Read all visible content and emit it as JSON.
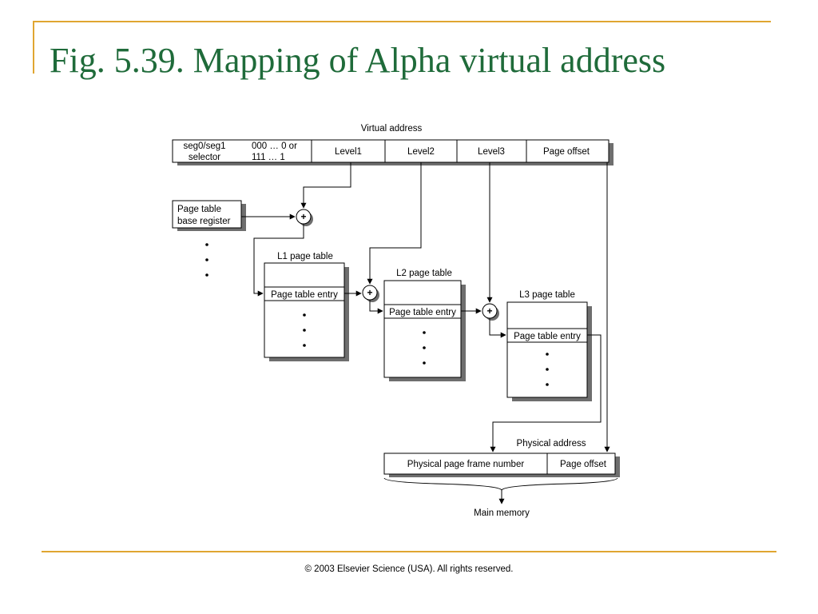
{
  "slide": {
    "title": "Fig. 5.39. Mapping of  Alpha virtual address",
    "footer": "© 2003 Elsevier Science (USA). All rights reserved."
  },
  "diagram": {
    "virtual_address": {
      "label": "Virtual address",
      "fields": {
        "selector_line1": "seg0/seg1",
        "selector_line2": "selector",
        "bits_line1": "000 … 0 or",
        "bits_line2": "111 … 1",
        "level1": "Level1",
        "level2": "Level2",
        "level3": "Level3",
        "page_offset": "Page offset"
      }
    },
    "ptbr": {
      "line1": "Page table",
      "line2": "base register"
    },
    "adder_symbol": "+",
    "l1_table": {
      "title": "L1  page table",
      "entry": "Page table entry"
    },
    "l2_table": {
      "title": "L2  page table",
      "entry": "Page table entry"
    },
    "l3_table": {
      "title": "L3  page table",
      "entry": "Page table entry"
    },
    "physical_address": {
      "label": "Physical address",
      "frame": "Physical page frame number",
      "page_offset": "Page offset"
    },
    "main_memory": "Main memory",
    "colors": {
      "title": "#1f6b3a",
      "rule": "#e0a631",
      "shadow": "#6e6e6e"
    }
  }
}
